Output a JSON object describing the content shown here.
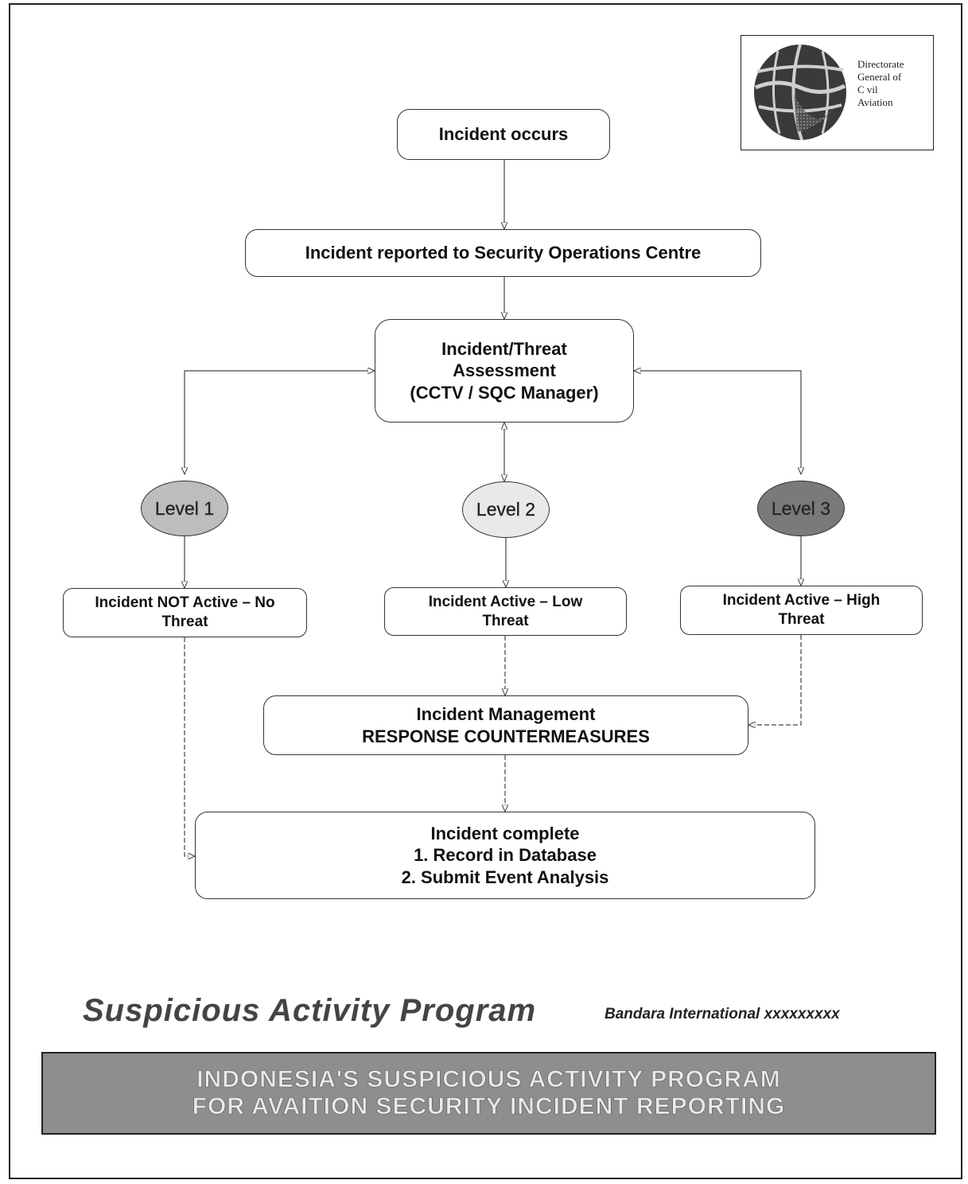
{
  "logo": {
    "lines": [
      "Directorate",
      "General of",
      "C vil",
      "Aviation"
    ]
  },
  "flow": {
    "start": "Incident occurs",
    "report": "Incident reported to Security Operations Centre",
    "assessment": [
      "Incident/Threat",
      "Assessment",
      "(CCTV / SQC Manager)"
    ],
    "levels": [
      {
        "label": "Level 1",
        "outcome": [
          "Incident NOT Active – No",
          "Threat"
        ],
        "color": "#bdbdbd"
      },
      {
        "label": "Level 2",
        "outcome": [
          "Incident Active – Low",
          "Threat"
        ],
        "color": "#e9e9e9"
      },
      {
        "label": "Level 3",
        "outcome": [
          "Incident Active – High",
          "Threat"
        ],
        "color": "#7a7a7a"
      }
    ],
    "management": [
      "Incident Management",
      "RESPONSE COUNTERMEASURES"
    ],
    "complete": [
      "Incident complete",
      "1. Record in Database",
      "2. Submit Event Analysis"
    ]
  },
  "footer": {
    "program_title": "Suspicious Activity Program",
    "program_subtitle": "Bandara International xxxxxxxxx",
    "banner_lines": [
      "INDONESIA'S SUSPICIOUS ACTIVITY PROGRAM",
      "FOR AVAITION SECURITY INCIDENT REPORTING"
    ]
  }
}
